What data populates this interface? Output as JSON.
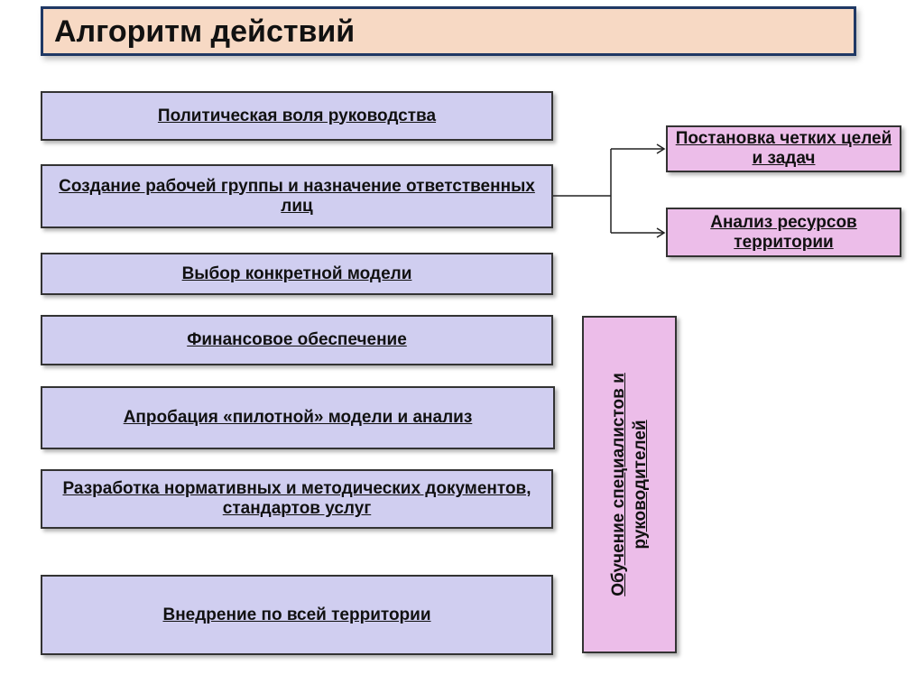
{
  "title": "Алгоритм действий",
  "steps": [
    "Политическая воля руководства",
    "Создание рабочей группы и назначение ответственных лиц",
    "Выбор конкретной модели",
    "Финансовое обеспечение",
    "Апробация «пилотной» модели и анализ",
    "Разработка нормативных и методических документов, стандартов услуг",
    "Внедрение по всей территории"
  ],
  "branches": [
    "Постановка четких целей и задач",
    "Анализ ресурсов территории"
  ],
  "side_box": "Обучение специалистов и руководителей",
  "colors": {
    "title_bg": "#f7d9c4",
    "title_border": "#1f3864",
    "step_bg": "#d0cef0",
    "branch_bg": "#ecbde9"
  }
}
